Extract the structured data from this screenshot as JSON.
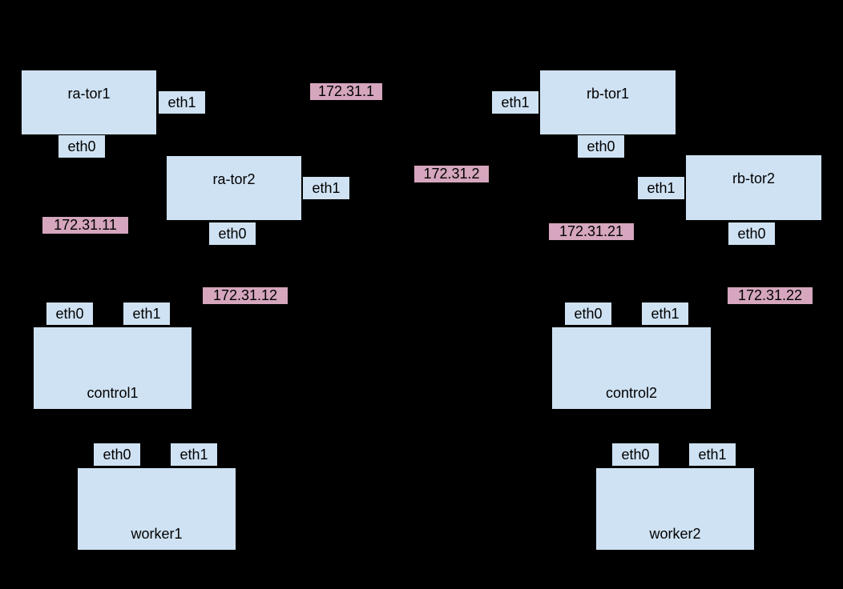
{
  "colors": {
    "background": "#000000",
    "node_fill": "#cfe2f3",
    "node_border": "#000000",
    "ip_label_fill": "#d5a6bd",
    "text": "#000000"
  },
  "nodes": {
    "ra_tor1": {
      "label": "ra-tor1",
      "ports": {
        "eth0": "eth0",
        "eth1": "eth1"
      }
    },
    "ra_tor2": {
      "label": "ra-tor2",
      "ports": {
        "eth0": "eth0",
        "eth1": "eth1"
      }
    },
    "rb_tor1": {
      "label": "rb-tor1",
      "ports": {
        "eth0": "eth0",
        "eth1": "eth1"
      }
    },
    "rb_tor2": {
      "label": "rb-tor2",
      "ports": {
        "eth0": "eth0",
        "eth1": "eth1"
      }
    },
    "control1": {
      "label": "control1",
      "ports": {
        "eth0": "eth0",
        "eth1": "eth1"
      }
    },
    "control2": {
      "label": "control2",
      "ports": {
        "eth0": "eth0",
        "eth1": "eth1"
      }
    },
    "worker1": {
      "label": "worker1",
      "ports": {
        "eth0": "eth0",
        "eth1": "eth1"
      }
    },
    "worker2": {
      "label": "worker2",
      "ports": {
        "eth0": "eth0",
        "eth1": "eth1"
      }
    }
  },
  "ip_labels": {
    "ip_1": "172.31.1",
    "ip_2": "172.31.2",
    "ip_11": "172.31.11",
    "ip_12": "172.31.12",
    "ip_21": "172.31.21",
    "ip_22": "172.31.22"
  }
}
